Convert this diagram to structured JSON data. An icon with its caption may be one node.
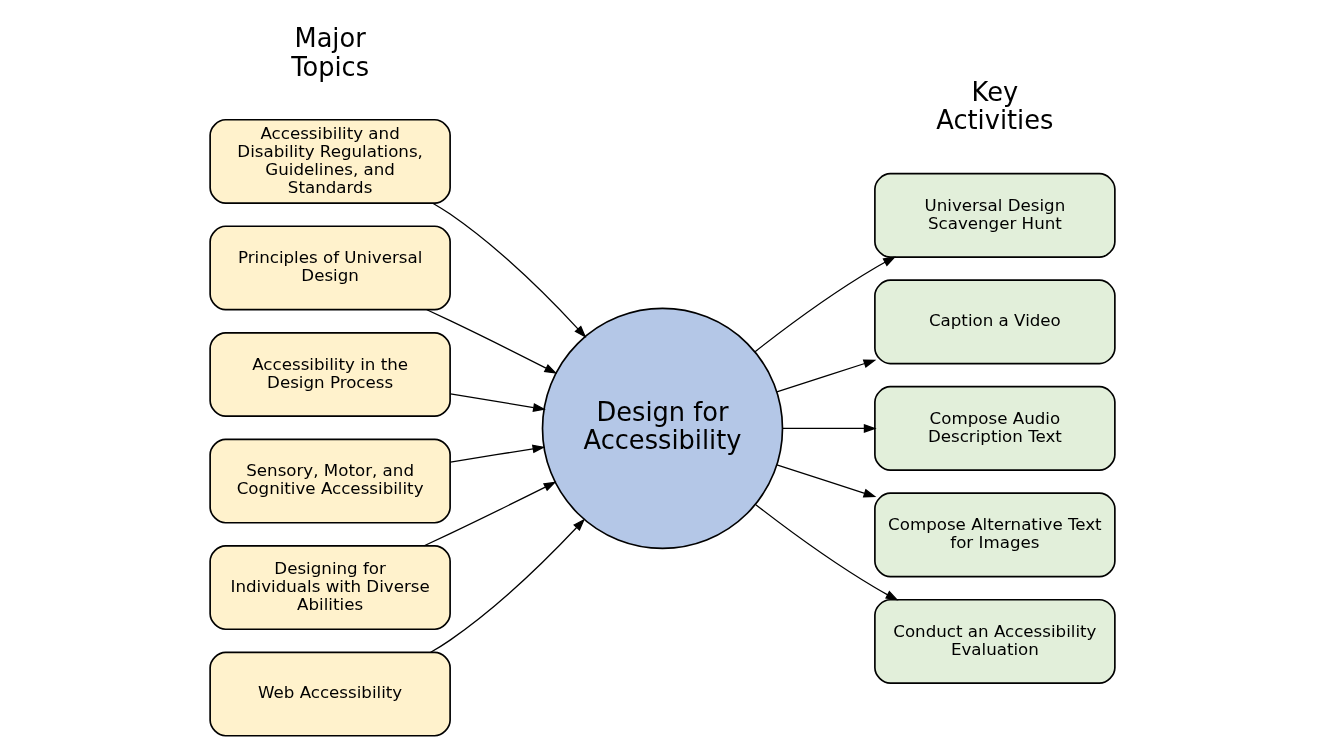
{
  "diagram": {
    "nodes": [
      {
        "text": [
          "Design for Accessibility"
        ]
      },
      {
        "text": [
          "Accessibility and Disability Regulations, Guidelines, and Standards"
        ]
      },
      {
        "text": [
          "Principles of Universal Design"
        ]
      },
      {
        "text": [
          "Accessibility in the Design Process"
        ]
      },
      {
        "text": [
          "Sensory, Motor, and Cognitive Accessibility"
        ]
      },
      {
        "text": [
          "Designing for Individuals with Diverse Abilities"
        ]
      },
      {
        "text": [
          "Web Accessibility"
        ]
      },
      {
        "text": [
          "Universal Design Scavenger Hunt"
        ]
      },
      {
        "text": [
          "Caption a Video"
        ]
      },
      {
        "text": [
          "Compose Audio Description Text"
        ]
      },
      {
        "text": [
          "Compose Alternative Text for Images"
        ]
      },
      {
        "text": [
          "Conduct an Accessibility Evaluation"
        ]
      }
    ],
    "edges": [
      {
        "from": 1,
        "to": 0,
        "arrow": "to"
      },
      {
        "from": 2,
        "to": 0,
        "arrow": "to"
      },
      {
        "from": 3,
        "to": 0,
        "arrow": "to"
      },
      {
        "from": 4,
        "to": 0,
        "arrow": "to"
      },
      {
        "from": 5,
        "to": 0,
        "arrow": "to"
      },
      {
        "from": 6,
        "to": 0,
        "arrow": "to"
      },
      {
        "from": 0,
        "to": 7,
        "arrow": "to"
      },
      {
        "from": 0,
        "to": 8,
        "arrow": "to"
      },
      {
        "from": 0,
        "to": 9,
        "arrow": "to"
      },
      {
        "from": 0,
        "to": 10,
        "arrow": "to"
      },
      {
        "from": 0,
        "to": 11,
        "arrow": "to"
      }
    ],
    "labels": [
      "Major Topics",
      "Key Activities"
    ]
  }
}
